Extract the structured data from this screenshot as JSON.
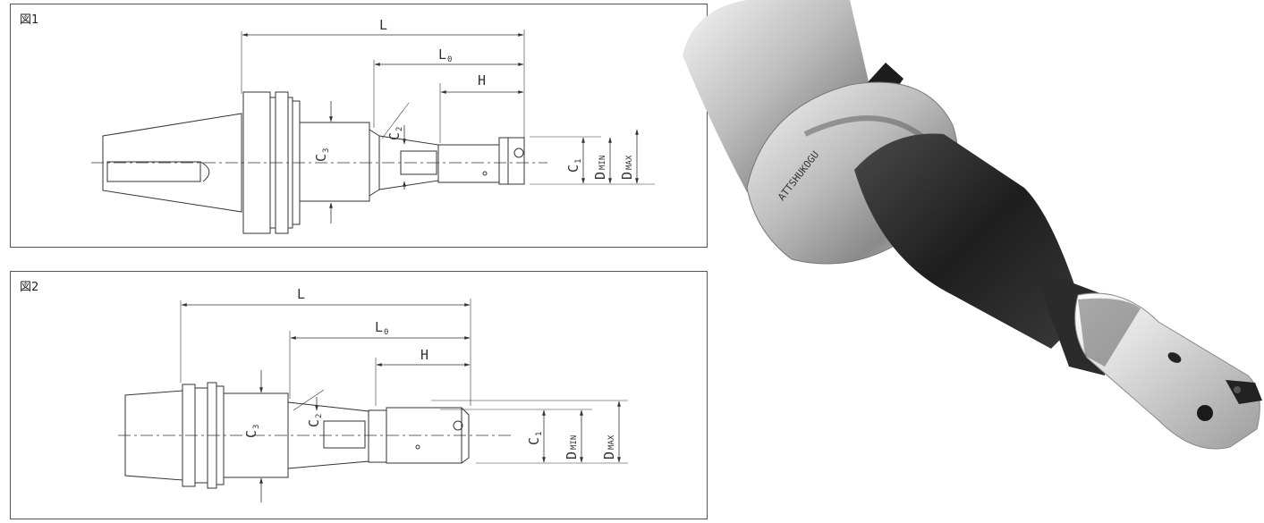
{
  "figures": [
    {
      "label": "図1",
      "dims": {
        "L": "L",
        "L0": "L",
        "L0_sub": "0",
        "H": "H",
        "C2": "C",
        "C2_sub": "2",
        "C3": "C",
        "C3_sub": "3",
        "C1": "C",
        "C1_sub": "1",
        "DMIN": "D",
        "DMIN_sub": "MIN",
        "DMAX": "D",
        "DMAX_sub": "MAX"
      }
    },
    {
      "label": "図2",
      "dims": {
        "L": "L",
        "L0": "L",
        "L0_sub": "0",
        "H": "H",
        "C2": "C",
        "C2_sub": "2",
        "C3": "C",
        "C3_sub": "3",
        "C1": "C",
        "C1_sub": "1",
        "DMIN": "D",
        "DMIN_sub": "MIN",
        "DMAX": "D",
        "DMAX_sub": "MAX"
      }
    }
  ],
  "photo": {
    "brand_text": "ATTSHUKOGU",
    "colors": {
      "metal": "#c9c9c9",
      "dark_shank": "#2a2a2a"
    }
  }
}
